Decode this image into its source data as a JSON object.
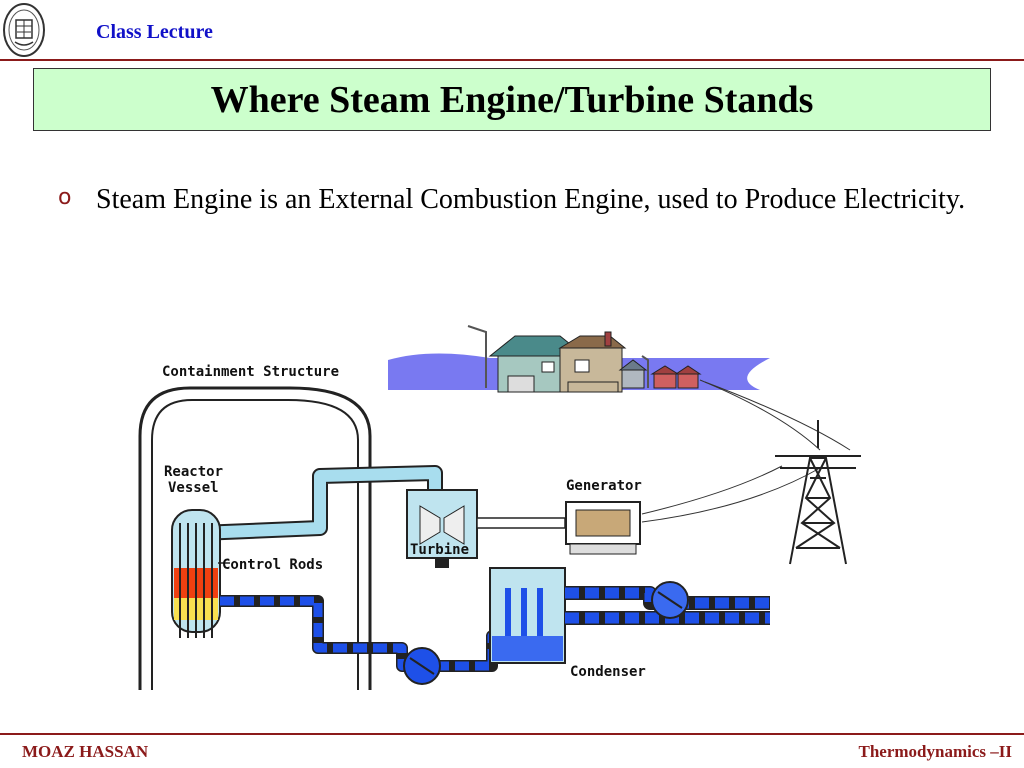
{
  "header": {
    "label": "Class Lecture"
  },
  "title": "Where Steam Engine/Turbine Stands",
  "bullets": [
    {
      "text": "Steam Engine is an External Combustion Engine, used to Produce Electricity."
    }
  ],
  "diagram": {
    "labels": {
      "containment": "Containment Structure",
      "reactor_line1": "Reactor",
      "reactor_line2": "Vessel",
      "control_rods": "Control Rods",
      "generator": "Generator",
      "turbine": "Turbine",
      "condenser": "Condenser"
    }
  },
  "footer": {
    "left": "MOAZ HASSAN",
    "right": "Thermodynamics –II"
  },
  "colors": {
    "accent": "#8b1a1a",
    "header_blue": "#1010c8",
    "title_bg": "#ccffcc",
    "steam": "#a8ddee",
    "water": "#1e50e8"
  },
  "icons": {
    "logo": "university-seal-icon",
    "bullet": "circle-bullet-icon"
  }
}
